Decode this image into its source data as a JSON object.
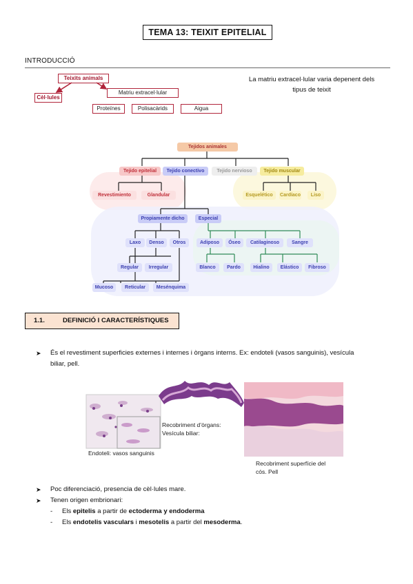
{
  "title": "TEMA 13: TEIXIT EPITELIAL",
  "intro": {
    "heading": "INTRODUCCIÓ",
    "concept_map": {
      "teixits": "Teixits animals",
      "cellules": "Cèl·lules",
      "matriu": "Matriu extracel·lular",
      "proteines": "Proteïnes",
      "polisacarids": "Polisacàrids",
      "aigua": "Aigua"
    },
    "note_line1": "La matriu extracel·lular varia depenent dels",
    "note_line2": "tipus de teixit"
  },
  "tree": {
    "root": "Tejidos animales",
    "epitelial": "Tejido epitelial",
    "conectivo": "Tejido conectivo",
    "nervioso": "Tejido nervioso",
    "muscular": "Tejido muscular",
    "revestimiento": "Revestimiento",
    "glandular": "Glandular",
    "esqueletico": "Esquelético",
    "cardiaco": "Cardíaco",
    "liso": "Liso",
    "propiamente": "Propiamente dicho",
    "especial": "Especial",
    "laxo": "Laxo",
    "denso": "Denso",
    "otros": "Otros",
    "adiposo": "Adiposo",
    "oseo": "Óseo",
    "cartilaginoso": "Catilaginoso",
    "sangre": "Sangre",
    "regular": "Regular",
    "irregular": "Irregular",
    "blanco": "Blanco",
    "pardo": "Pardo",
    "hialino": "Hialino",
    "elastico": "Elástico",
    "fibroso": "Fibroso",
    "mucoso": "Mucoso",
    "reticular": "Reticular",
    "mesenquima": "Mesénquima"
  },
  "section": {
    "number": "1.1.",
    "title": "DEFINICIÓ I CARACTERÍSTIQUES"
  },
  "bullet1_line1": "És el revestiment superficies externes i internes i òrgans interns. Ex: endoteli (vasos sanguinis), vesícula",
  "bullet1_line2": "biliar, pell.",
  "figure": {
    "endoteli": "Endoteli: vasos sanguinis",
    "recobriment_organs_1": "Recobriment d’òrgans:",
    "recobriment_organs_2": "Vesícula biliar:",
    "recobriment_pell_1": "Recobriment superfície del",
    "recobriment_pell_2": "cós. Pell"
  },
  "bullet2": "Poc diferenciació, presencia de cèl·lules mare.",
  "bullet3": "Tenen origen embrionari:",
  "sub1": {
    "a": "Els ",
    "b": "epitelis",
    "c": " a partir de ",
    "d": "ectoderma y endoderma"
  },
  "sub2": {
    "a": "Els ",
    "b": "endotelis vasculars",
    "c": " i ",
    "d": "mesotelis",
    "e": " a partir del ",
    "f": "mesoderma",
    "g": "."
  },
  "colors": {
    "accent_red": "#b0243a",
    "section_fill": "#fbe3d2"
  }
}
